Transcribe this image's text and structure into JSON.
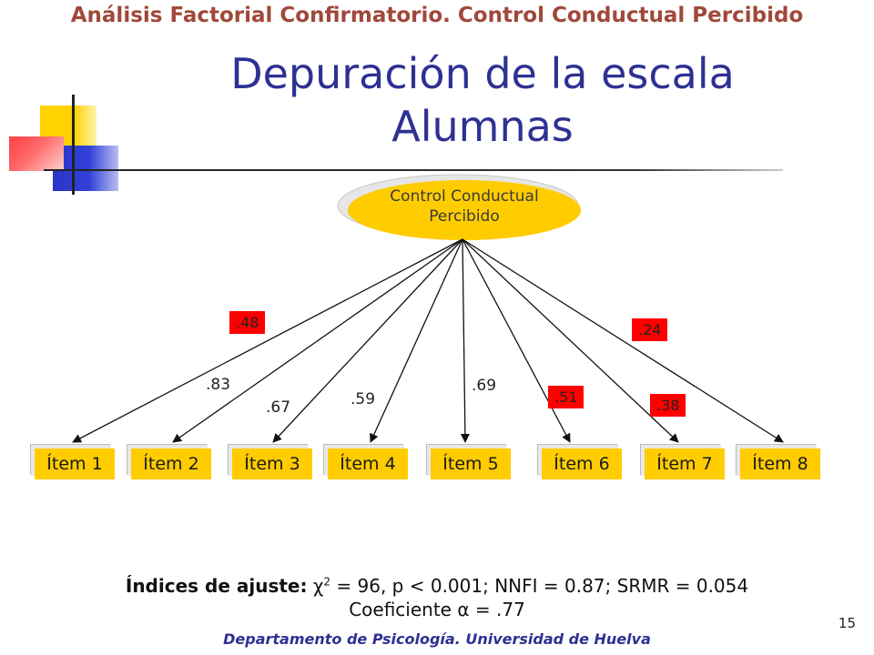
{
  "header": {
    "title": "Análisis Factorial Confirmatorio. Control Conductual Percibido"
  },
  "main_title": {
    "line1": "Depuración de la escala",
    "line2": "Alumnas"
  },
  "factor": {
    "line1": "Control Conductual",
    "line2": "Percibido"
  },
  "items": [
    {
      "label": "Ítem 1",
      "loading": ".83",
      "highlight": false
    },
    {
      "label": "Ítem 2",
      "loading": ".48",
      "highlight": true
    },
    {
      "label": "Ítem 3",
      "loading": ".67",
      "highlight": false
    },
    {
      "label": "Ítem 4",
      "loading": ".59",
      "highlight": false
    },
    {
      "label": "Ítem 5",
      "loading": ".69",
      "highlight": false
    },
    {
      "label": "Ítem 6",
      "loading": ".51",
      "highlight": true
    },
    {
      "label": "Ítem 7",
      "loading": ".38",
      "highlight": true
    },
    {
      "label": "Ítem 8",
      "loading": ".24",
      "highlight": true
    }
  ],
  "fit": {
    "label": "Índices de ajuste:",
    "chi_symbol": "χ",
    "chi_exp": "2",
    "stats": "= 96, p < 0.001; NNFI = 0.87; SRMR = 0.054",
    "alpha_prefix": "Coeficiente",
    "alpha_symbol": "α",
    "alpha_value": "= .77"
  },
  "footer": "Departamento de Psicología. Universidad de Huelva",
  "page_number": "15",
  "colors": {
    "header": "#a0483a",
    "title": "#2e3192",
    "factor_fill": "#ffcc00",
    "item_fill": "#ffcc00",
    "highlight": "#ff0000"
  }
}
